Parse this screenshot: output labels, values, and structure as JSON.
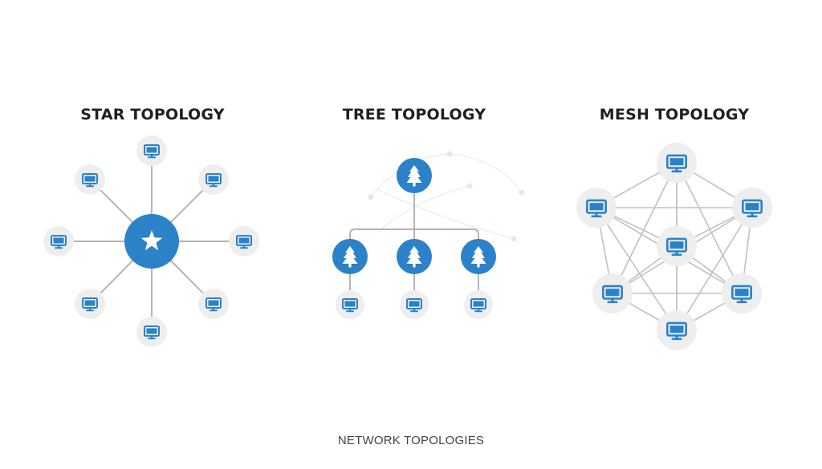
{
  "panels": {
    "star": {
      "title": "STAR TOPOLOGY"
    },
    "tree": {
      "title": "TREE TOPOLOGY"
    },
    "mesh": {
      "title": "MESH TOPOLOGY"
    }
  },
  "footer": {
    "caption": "NETWORK TOPOLOGIES"
  },
  "colors": {
    "accent": "#2b82c9",
    "node_bg": "#eeeeee",
    "line": "#b5b5b5",
    "text": "#1f1f1f"
  },
  "icons": {
    "hub": "star-icon",
    "tree_node": "tree-icon",
    "device": "monitor-icon"
  }
}
